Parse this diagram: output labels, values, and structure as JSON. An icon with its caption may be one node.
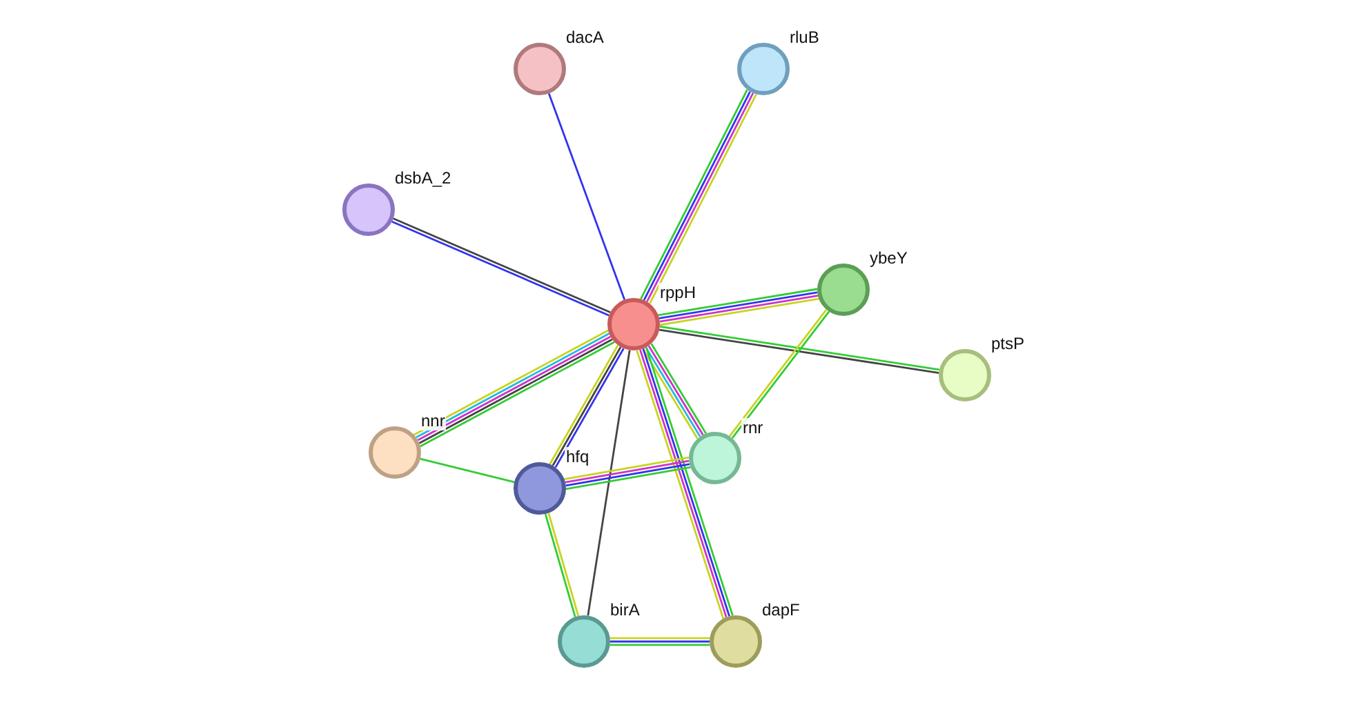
{
  "diagram": {
    "nodes": [
      {
        "text": [
          "rppH"
        ]
      },
      {
        "text": [
          "dacA"
        ]
      },
      {
        "text": [
          "rluB"
        ]
      },
      {
        "text": [
          "dsbA_2"
        ]
      },
      {
        "text": [
          "ybeY"
        ]
      },
      {
        "text": [
          "ptsP"
        ]
      },
      {
        "text": [
          "nnr"
        ]
      },
      {
        "text": [
          "hfq"
        ]
      },
      {
        "text": [
          "rnr"
        ]
      },
      {
        "text": [
          "birA"
        ]
      },
      {
        "text": [
          "dapF"
        ]
      }
    ],
    "edges": [
      {
        "from": 0,
        "to": 1,
        "arrow": "none",
        "color": "#3333ee"
      },
      {
        "from": 0,
        "to": 2,
        "arrow": "none",
        "color": "#33cc33"
      },
      {
        "from": 0,
        "to": 2,
        "arrow": "none",
        "color": "#3333ee"
      },
      {
        "from": 0,
        "to": 2,
        "arrow": "none",
        "color": "#cc33cc"
      },
      {
        "from": 0,
        "to": 2,
        "arrow": "none",
        "color": "#c8d41e"
      },
      {
        "from": 0,
        "to": 3,
        "arrow": "none",
        "color": "#3333ee"
      },
      {
        "from": 0,
        "to": 3,
        "arrow": "none",
        "color": "#444444"
      },
      {
        "from": 0,
        "to": 4,
        "arrow": "none",
        "color": "#33cc33"
      },
      {
        "from": 0,
        "to": 4,
        "arrow": "none",
        "color": "#3333ee"
      },
      {
        "from": 0,
        "to": 4,
        "arrow": "none",
        "color": "#cc33cc"
      },
      {
        "from": 0,
        "to": 4,
        "arrow": "none",
        "color": "#c8d41e"
      },
      {
        "from": 0,
        "to": 5,
        "arrow": "none",
        "color": "#33cc33"
      },
      {
        "from": 0,
        "to": 5,
        "arrow": "none",
        "color": "#444444"
      },
      {
        "from": 0,
        "to": 6,
        "arrow": "none",
        "color": "#33cc33"
      },
      {
        "from": 0,
        "to": 6,
        "arrow": "none",
        "color": "#444444"
      },
      {
        "from": 0,
        "to": 6,
        "arrow": "none",
        "color": "#cc33cc"
      },
      {
        "from": 0,
        "to": 6,
        "arrow": "none",
        "color": "#22bbdd"
      },
      {
        "from": 0,
        "to": 6,
        "arrow": "none",
        "color": "#c8d41e"
      },
      {
        "from": 0,
        "to": 7,
        "arrow": "none",
        "color": "#3333ee"
      },
      {
        "from": 0,
        "to": 7,
        "arrow": "none",
        "color": "#444444"
      },
      {
        "from": 0,
        "to": 7,
        "arrow": "none",
        "color": "#c8d41e"
      },
      {
        "from": 0,
        "to": 8,
        "arrow": "none",
        "color": "#33cc33"
      },
      {
        "from": 0,
        "to": 8,
        "arrow": "none",
        "color": "#cc33cc"
      },
      {
        "from": 0,
        "to": 8,
        "arrow": "none",
        "color": "#22bbdd"
      },
      {
        "from": 0,
        "to": 8,
        "arrow": "none",
        "color": "#c8d41e"
      },
      {
        "from": 0,
        "to": 9,
        "arrow": "none",
        "color": "#444444"
      },
      {
        "from": 0,
        "to": 10,
        "arrow": "none",
        "color": "#33cc33"
      },
      {
        "from": 0,
        "to": 10,
        "arrow": "none",
        "color": "#3333ee"
      },
      {
        "from": 0,
        "to": 10,
        "arrow": "none",
        "color": "#cc33cc"
      },
      {
        "from": 0,
        "to": 10,
        "arrow": "none",
        "color": "#c8d41e"
      },
      {
        "from": 4,
        "to": 8,
        "arrow": "none",
        "color": "#33cc33"
      },
      {
        "from": 4,
        "to": 8,
        "arrow": "none",
        "color": "#c8d41e"
      },
      {
        "from": 6,
        "to": 7,
        "arrow": "none",
        "color": "#33cc33"
      },
      {
        "from": 7,
        "to": 8,
        "arrow": "none",
        "color": "#c8d41e"
      },
      {
        "from": 7,
        "to": 8,
        "arrow": "none",
        "color": "#cc33cc"
      },
      {
        "from": 7,
        "to": 8,
        "arrow": "none",
        "color": "#3333ee"
      },
      {
        "from": 7,
        "to": 8,
        "arrow": "none",
        "color": "#33cc33"
      },
      {
        "from": 7,
        "to": 9,
        "arrow": "none",
        "color": "#c8d41e"
      },
      {
        "from": 7,
        "to": 9,
        "arrow": "none",
        "color": "#33cc33"
      },
      {
        "from": 9,
        "to": 10,
        "arrow": "none",
        "color": "#c8d41e"
      },
      {
        "from": 9,
        "to": 10,
        "arrow": "none",
        "color": "#3333ee"
      },
      {
        "from": 9,
        "to": 10,
        "arrow": "none",
        "color": "#33cc33"
      }
    ]
  }
}
